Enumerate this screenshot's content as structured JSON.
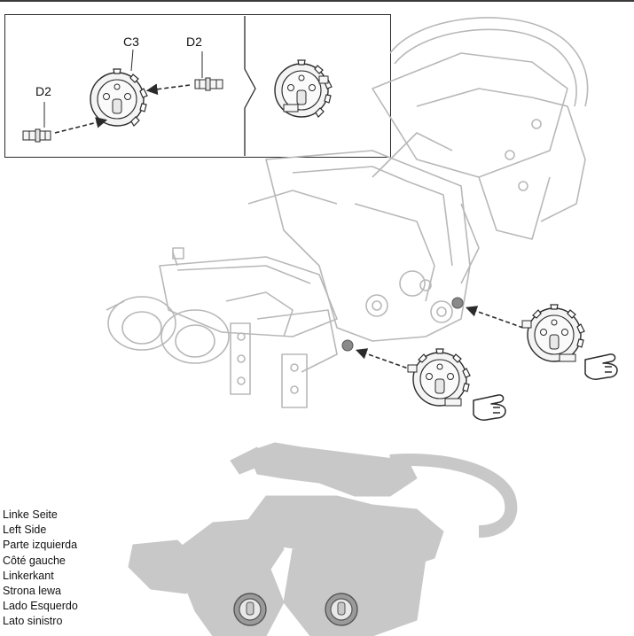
{
  "inset": {
    "label_c3": "C3",
    "label_d2_top": "D2",
    "label_d2_left": "D2"
  },
  "side_labels": [
    "Linke Seite",
    "Left Side",
    "Parte izquierda",
    "Côté gauche",
    "Linkerkant",
    "Strona lewa",
    "Lado Esquerdo",
    "Lato sinistro"
  ],
  "colors": {
    "line": "#2b2b2b",
    "faint_line": "#b8b8b8",
    "silhouette": "#c8c8c8",
    "marker_gray": "#8a8a8a"
  },
  "icons": [
    "gear-icon",
    "axle-pin-icon",
    "pointing-hand-icon",
    "arrow-icon"
  ]
}
